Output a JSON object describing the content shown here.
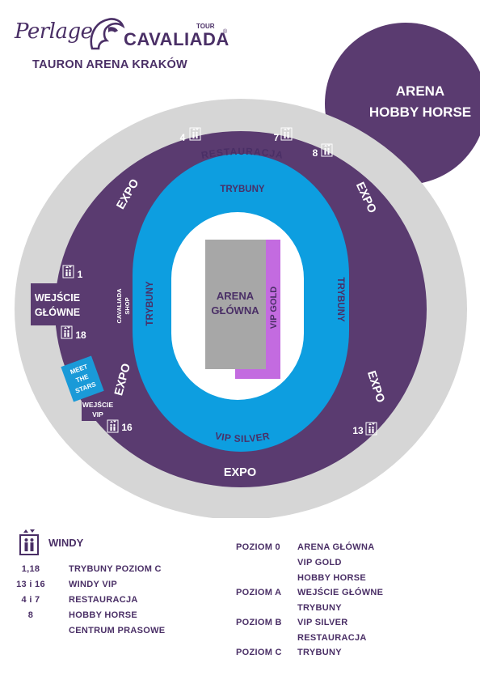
{
  "header": {
    "brand_script": "Perlage",
    "brand_main": "CAVALIADA",
    "brand_tour": "TOUR",
    "brand_reg": "®",
    "venue": "TAURON ARENA KRAKÓW"
  },
  "map": {
    "hobby_horse": [
      "ARENA",
      "HOBBY HORSE"
    ],
    "expo": "EXPO",
    "restauracja": "RESTAURACJA",
    "trybuny": "TRYBUNY",
    "arena_glowna": [
      "ARENA",
      "GŁÓWNA"
    ],
    "vip_gold": "VIP GOLD",
    "vip_silver": "VIP SILVER",
    "wejscie_glowne": [
      "WEJŚCIE",
      "GŁÓWNE"
    ],
    "wejscie_vip": [
      "WEJŚCIE",
      "VIP"
    ],
    "meet_the_stars": [
      "MEET",
      "THE",
      "STARS"
    ],
    "cavaliada_shop": [
      "CAVALIADA",
      "SHOP"
    ],
    "elevators": [
      "4",
      "7",
      "8",
      "1",
      "18",
      "16",
      "13"
    ]
  },
  "legend": {
    "title": "WINDY",
    "windy": [
      {
        "num": "1,18",
        "label": "TRYBUNY POZIOM C"
      },
      {
        "num": "13 i 16",
        "label": "WINDY VIP"
      },
      {
        "num": "4 i 7",
        "label": "RESTAURACJA"
      },
      {
        "num": "8",
        "label": "HOBBY HORSE"
      },
      {
        "num": "",
        "label": "CENTRUM PRASOWE"
      }
    ],
    "poziomy": [
      {
        "level": "POZIOM 0",
        "items": [
          "ARENA GŁÓWNA",
          "VIP GOLD",
          "HOBBY HORSE"
        ]
      },
      {
        "level": "POZIOM A",
        "items": [
          "WEJŚCIE GŁÓWNE",
          "TRYBUNY"
        ]
      },
      {
        "level": "POZIOM B",
        "items": [
          "VIP SILVER",
          "RESTAURACJA"
        ]
      },
      {
        "level": "POZIOM C",
        "items": [
          "TRYBUNY"
        ]
      }
    ]
  },
  "colors": {
    "purple": "#5a3b70",
    "grey_ring": "#d6d6d6",
    "blue": "#0d9ee0",
    "field_grey": "#a7a7a7",
    "vip_gold": "#c36be0",
    "meet_blue": "#1a9ad8"
  }
}
